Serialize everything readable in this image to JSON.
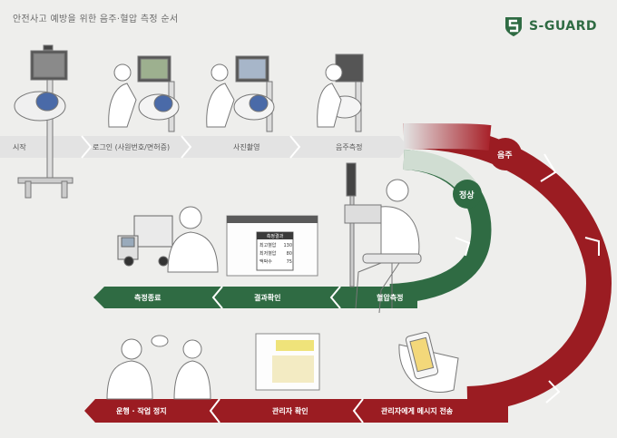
{
  "title": "안전사고 예방을 위한 음주·혈압 측정 순서",
  "logo": {
    "text": "S-GUARD"
  },
  "top_steps": [
    "시작",
    "로그인 (사원번호/면허증)",
    "사진촬영",
    "음주측정"
  ],
  "middle_steps": [
    "측정종료",
    "결과확인",
    "혈압측정"
  ],
  "bottom_steps": [
    "운행 · 작업 정지",
    "관리자 확인",
    "관리자에게 메시지 전송"
  ],
  "branches": {
    "normal": "정상",
    "drunk": "음주"
  },
  "result_screen": {
    "header": "측정결과",
    "rows": [
      {
        "label": "최고혈압",
        "value": "130"
      },
      {
        "label": "최저혈압",
        "value": "80"
      },
      {
        "label": "맥박수",
        "value": "75"
      }
    ]
  },
  "colors": {
    "green": "#2f6b43",
    "red": "#9b1c22",
    "grey_band": "#e3e3e3"
  }
}
